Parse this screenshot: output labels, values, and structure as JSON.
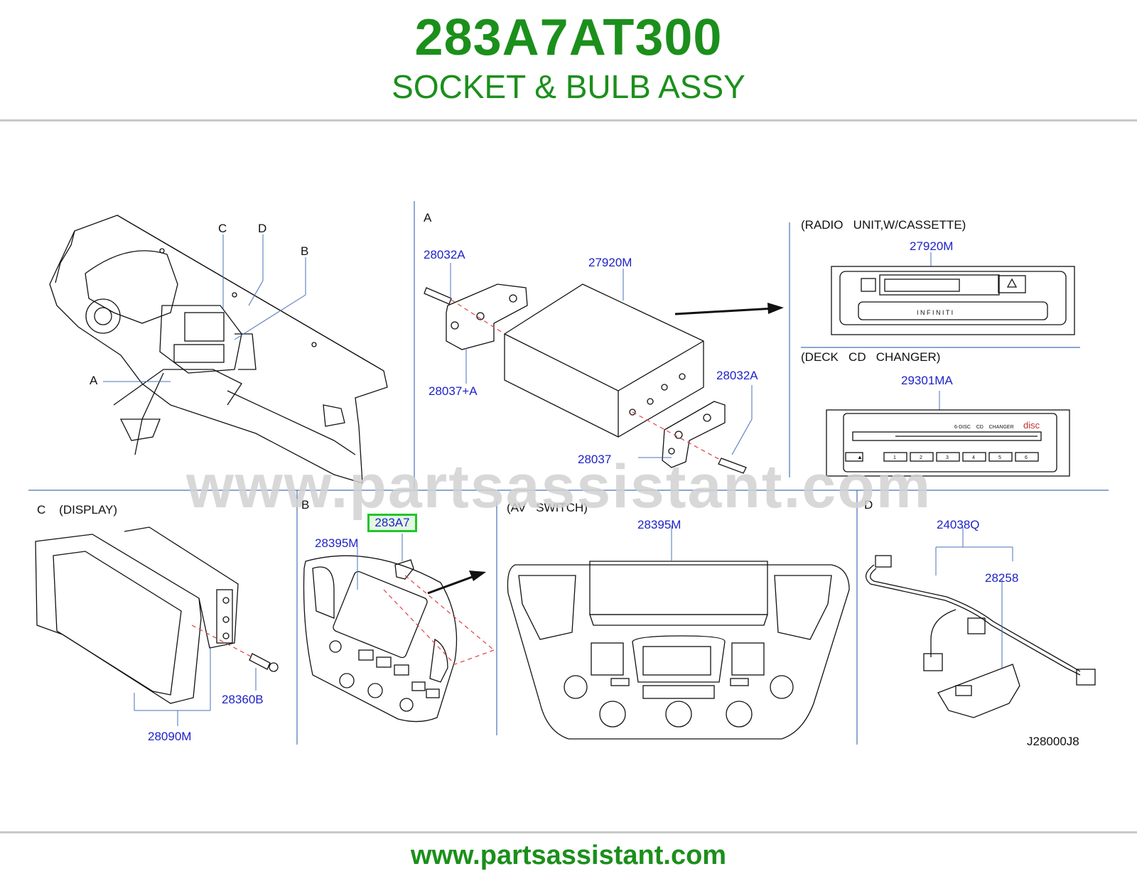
{
  "header": {
    "part_number": "283A7AT300",
    "part_name": "SOCKET & BULB ASSY"
  },
  "footer": {
    "url": "www.partsassistant.com"
  },
  "watermark": "www.partsassistant.com",
  "highlight_color": "#22c52a",
  "brand_color": "#1b8f1b",
  "callout_color": "#1e22c8",
  "overview": {
    "label_c": "C",
    "label_d": "D",
    "label_b": "B",
    "label_a": "A"
  },
  "section_a": {
    "label": "A",
    "parts": {
      "bolt_top": "28032A",
      "radio_unit": "27920M",
      "bracket_left": "28037+A",
      "bolt_right": "28032A",
      "bracket_right": "28037"
    }
  },
  "radio_cassette": {
    "heading": "(RADIO   UNIT,W/CASSETTE)",
    "part": "27920M",
    "brand_text": "I N F I N I T I"
  },
  "cd_changer": {
    "heading": "(DECK   CD   CHANGER)",
    "part": "29301MA",
    "face_text": "6-DISC    CD    CHANGER",
    "logo": "disc",
    "buttons": [
      "1",
      "2",
      "3",
      "4",
      "5",
      "6"
    ]
  },
  "section_c": {
    "heading": "C    (DISPLAY)",
    "parts": {
      "screw": "28360B",
      "display": "28090M"
    }
  },
  "section_b": {
    "label": "B",
    "parts": {
      "socket": "283A7",
      "panel": "28395M"
    }
  },
  "av_switch": {
    "heading": "(AV   SWITCH)",
    "part": "28395M"
  },
  "section_d": {
    "label": "D",
    "parts": {
      "harness": "24038Q",
      "bracket": "28258"
    }
  },
  "diagram_code": "J28000J8"
}
